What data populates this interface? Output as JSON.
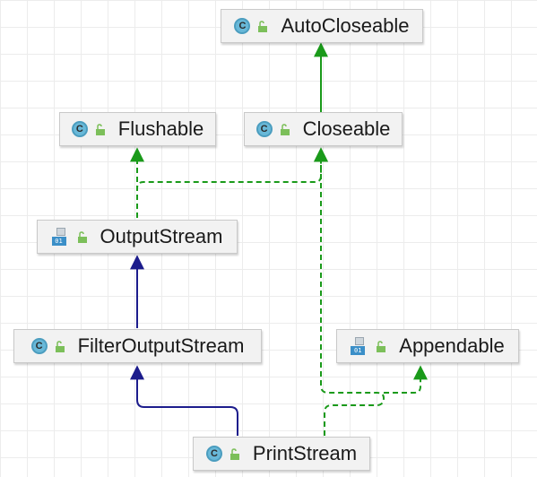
{
  "nodes": {
    "auto_closeable": {
      "label": "AutoCloseable",
      "kind": "class-icon"
    },
    "flushable": {
      "label": "Flushable",
      "kind": "class-icon"
    },
    "closeable": {
      "label": "Closeable",
      "kind": "class-icon"
    },
    "output_stream": {
      "label": "OutputStream",
      "kind": "abstract-icon"
    },
    "filter_output_stream": {
      "label": "FilterOutputStream",
      "kind": "class-icon"
    },
    "appendable": {
      "label": "Appendable",
      "kind": "abstract-icon"
    },
    "print_stream": {
      "label": "PrintStream",
      "kind": "class-icon"
    }
  },
  "icons": {
    "class_glyph": "C",
    "abstract_glyph": "01"
  },
  "colors": {
    "implements_edge": "#1a9a1a",
    "extends_edge": "#1c1c8c",
    "node_bg": "#f2f2f2",
    "lock_green": "#7cbf5a"
  }
}
